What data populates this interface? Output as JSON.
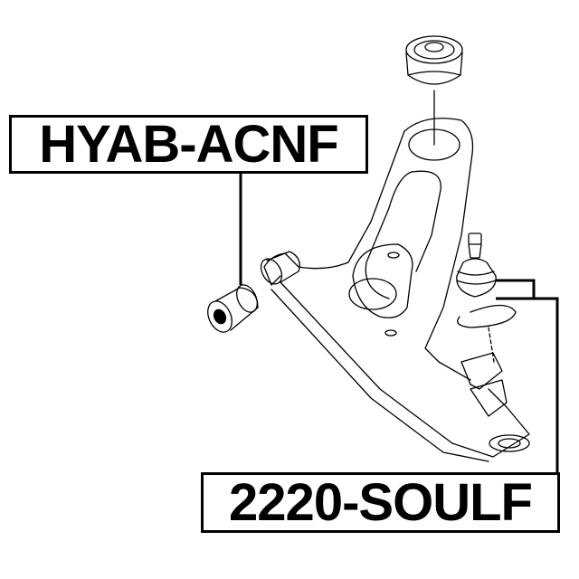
{
  "diagram": {
    "subject": "front lower control arm exploded view",
    "labels": [
      {
        "id": "label1",
        "text": "HYAB-ACNF",
        "points_to": "control-arm-front-bushing"
      },
      {
        "id": "label2",
        "text": "2220-SOULF",
        "points_to": "ball-joint-and-circlip"
      }
    ],
    "parts": [
      "rear-bushing",
      "control-arm",
      "front-bushing",
      "ball-joint",
      "circlip"
    ],
    "colors": {
      "line": "#000000",
      "background": "#ffffff"
    }
  }
}
